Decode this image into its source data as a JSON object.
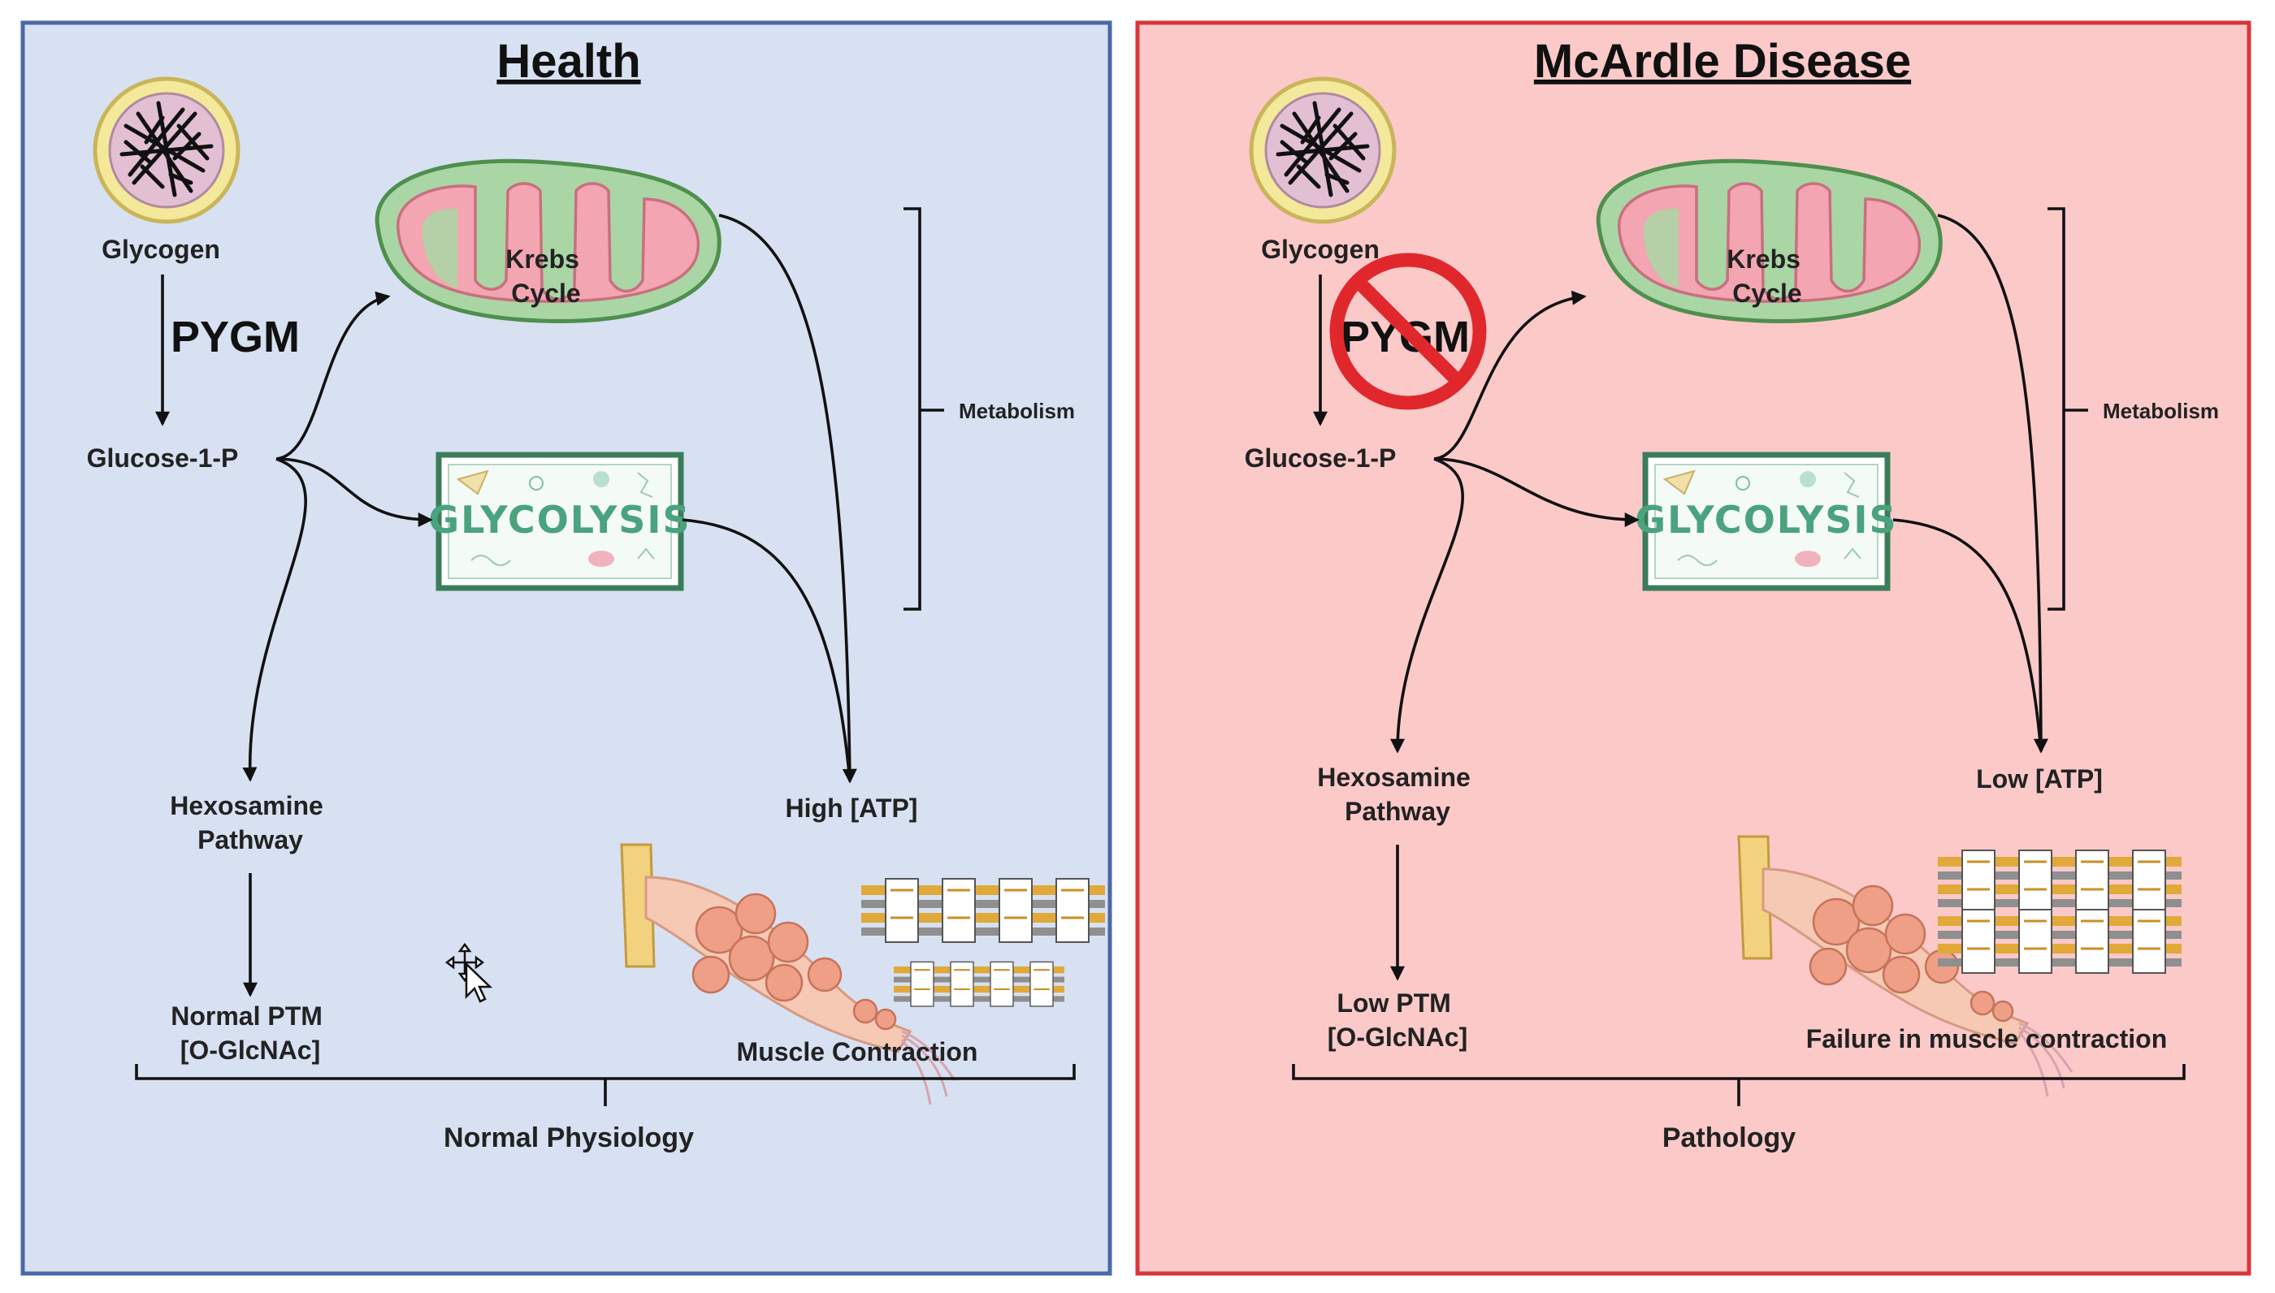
{
  "health": {
    "title": "Health",
    "glycogen": "Glycogen",
    "enzyme": "PYGM",
    "glucose": "Glucose-1-P",
    "krebs": "Krebs\nCycle",
    "glycolysis": "GLYCOLYSIS",
    "metabolism": "Metabolism",
    "hexosamine": "Hexosamine\nPathway",
    "atp": "High [ATP]",
    "ptm": "Normal PTM\n[O-GlcNAc]",
    "muscle": "Muscle Contraction",
    "outcome": "Normal Physiology"
  },
  "disease": {
    "title": "McArdle Disease",
    "glycogen": "Glycogen",
    "enzyme": "PYGM",
    "glucose": "Glucose-1-P",
    "krebs": "Krebs\nCycle",
    "glycolysis": "GLYCOLYSIS",
    "metabolism": "Metabolism",
    "hexosamine": "Hexosamine\nPathway",
    "atp": "Low [ATP]",
    "ptm": "Low PTM\n[O-GlcNAc]",
    "muscle": "Failure in muscle contraction",
    "outcome": "Pathology"
  },
  "colors": {
    "health_bg": "#d7e1f2",
    "health_border": "#4a68a8",
    "disease_bg": "#fcc9c9",
    "disease_border": "#d9353d",
    "mito_outer": "#a9d6a4",
    "mito_inner": "#f3a5b1",
    "no_sign": "#e0282c"
  },
  "icons": [
    "glycogen-granule-icon",
    "mitochondrion-icon",
    "glycolysis-board-icon",
    "muscle-fiber-icon",
    "sarcomere-icon",
    "cursor-move-icon",
    "prohibition-sign-icon"
  ]
}
